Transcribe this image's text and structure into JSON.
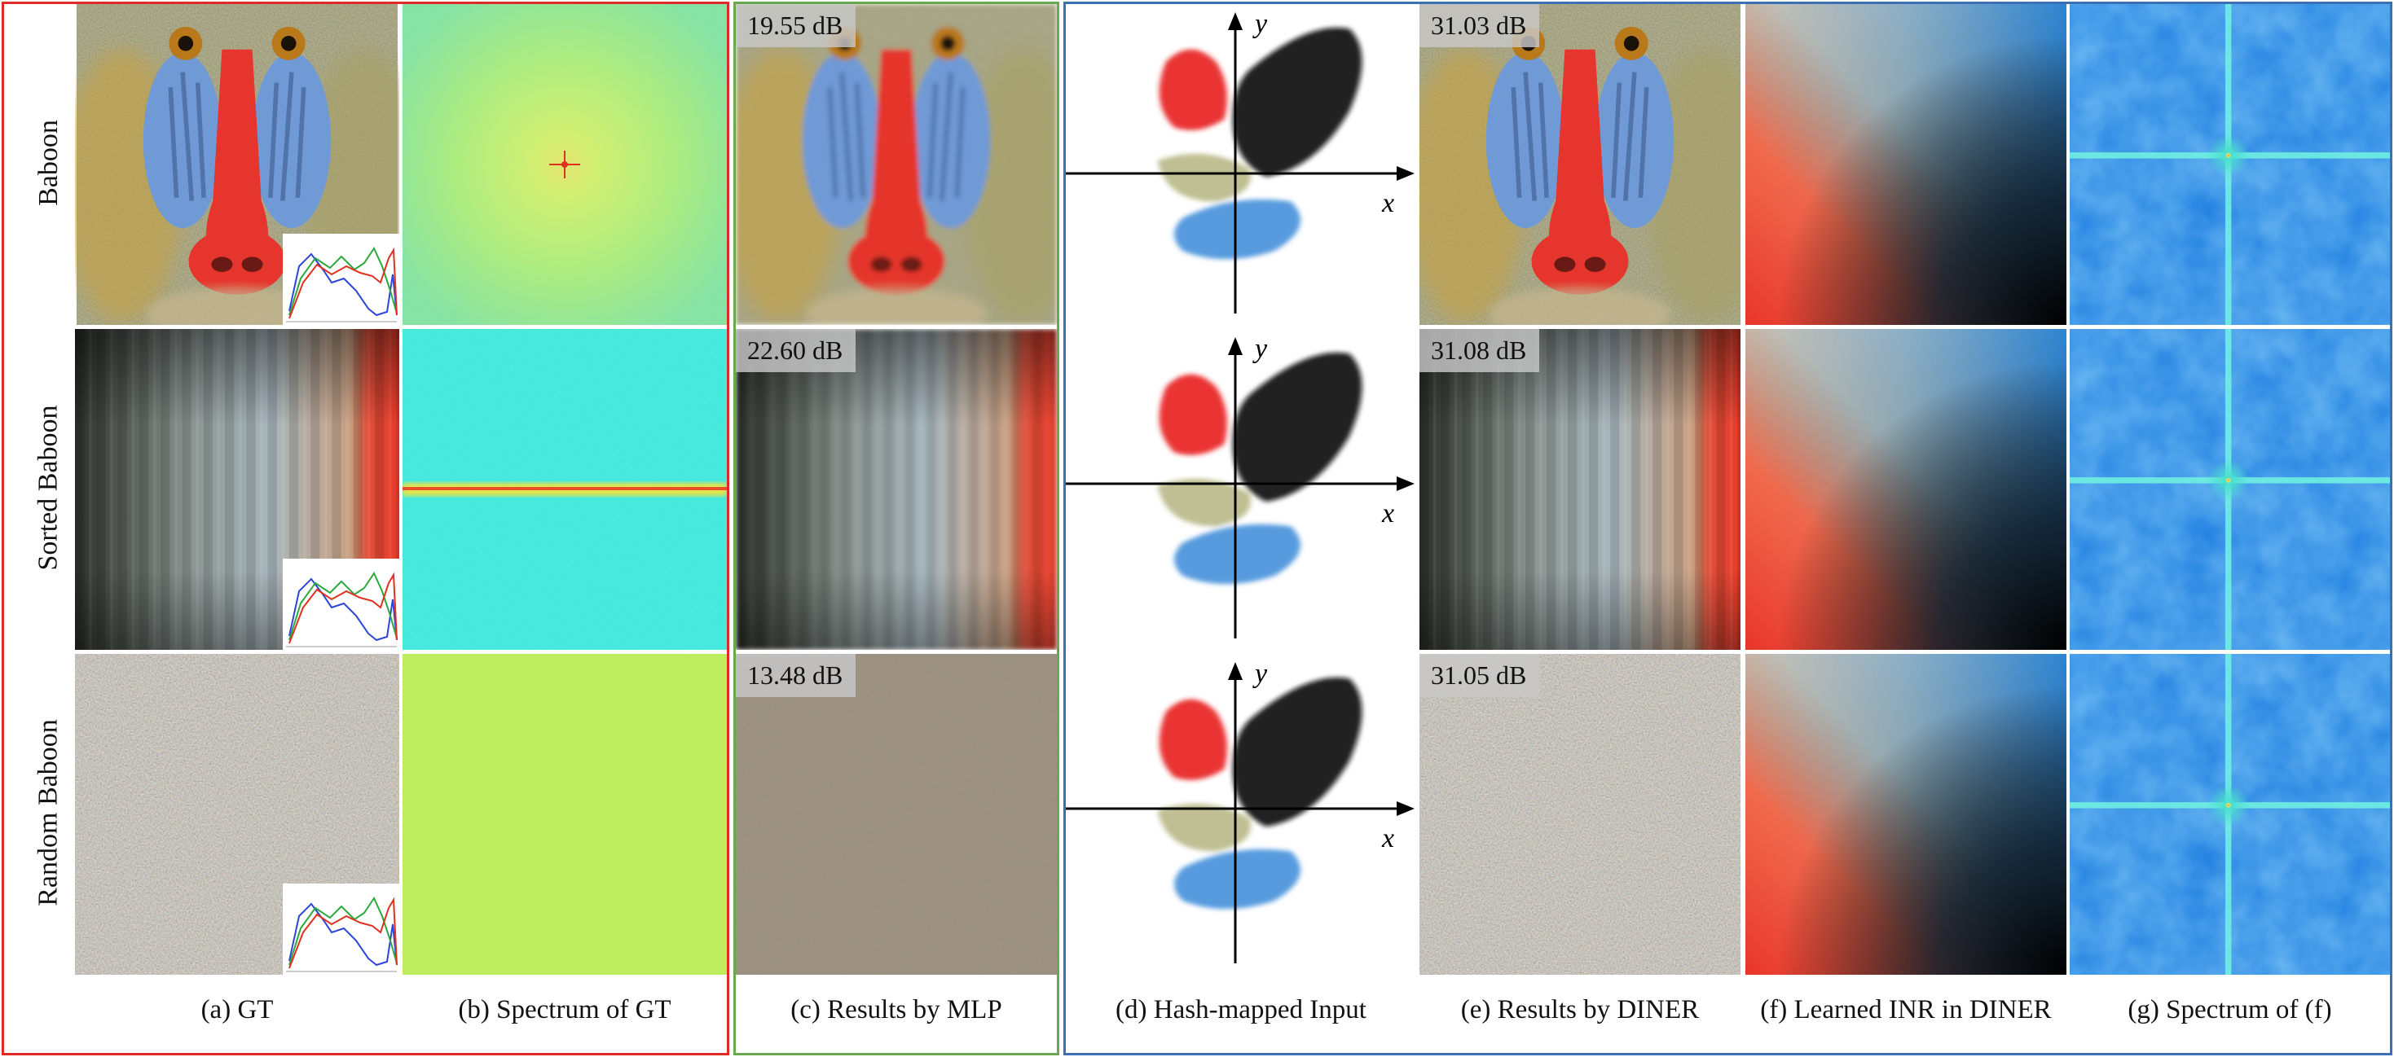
{
  "rows": [
    {
      "label": "Baboon",
      "mlp_psnr": "19.55 dB",
      "diner_psnr": "31.03 dB"
    },
    {
      "label": "Sorted Baboon",
      "mlp_psnr": "22.60 dB",
      "diner_psnr": "31.08 dB"
    },
    {
      "label": "Random Baboon",
      "mlp_psnr": "13.48 dB",
      "diner_psnr": "31.05 dB"
    }
  ],
  "captions": {
    "gt": "(a) GT",
    "spectrum_gt": "(b) Spectrum of GT",
    "mlp": "(c) Results by MLP",
    "hash": "(d) Hash-mapped Input",
    "diner": "(e) Results by DINER",
    "inr": "(f) Learned INR in DINER",
    "spectrum_f": "(g) Spectrum of (f)"
  },
  "axes": {
    "x": "x",
    "y": "y"
  },
  "colors": {
    "frame_gt": "#e02a2a",
    "frame_mlp": "#6aa84f",
    "frame_diner": "#3d6fb5"
  }
}
